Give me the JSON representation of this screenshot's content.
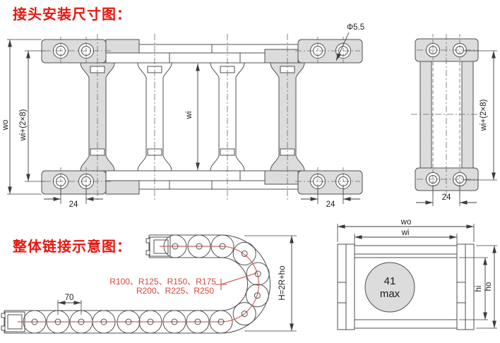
{
  "titles": {
    "installation_dims": "接头安装尺寸图：",
    "overall_link": "整体链接示意图："
  },
  "top_view": {
    "dim_outer_width": "wo",
    "dim_mount_width": "wi+(2×8)",
    "dim_inner_width": "wi",
    "dim_hole_pitch_left": "24",
    "dim_hole_pitch_right": "24",
    "dim_hole_diameter": "Φ5.5"
  },
  "end_view": {
    "dim_mount_width": "wi+(2×8)",
    "dim_hole_pitch": "24"
  },
  "side_view": {
    "dim_link_pitch": "70",
    "bend_radii_line1": "R100、R125、R150、R175",
    "bend_radii_line2": "R200、R225、R250",
    "dim_bend_height": "H=2R+ho"
  },
  "cross_section": {
    "dim_outer_width": "wo",
    "dim_inner_width": "wi",
    "dim_inner_height": "hi",
    "dim_outer_height": "ho",
    "cable_diameter": "41",
    "cable_diameter_suffix": "max"
  },
  "colors": {
    "accent_red": "#e8170e",
    "annotation_red": "#d8453a",
    "centerline_red": "#c9675e",
    "line_dark": "#4f4f4f",
    "part_fill": "#dcdcdc"
  }
}
